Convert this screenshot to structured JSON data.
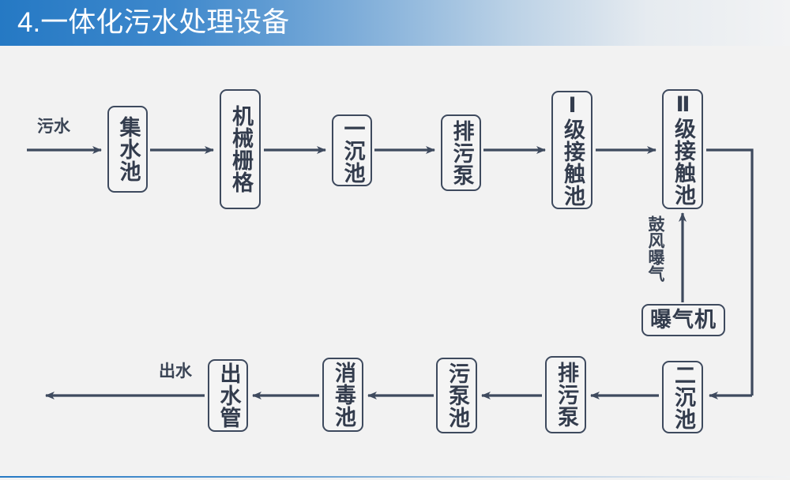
{
  "header": {
    "title": "4.一体化污水处理设备",
    "band_gradient_from": "#2579c4",
    "band_gradient_to": "#f2f3f4"
  },
  "theme": {
    "background": "#f2f2f2",
    "stroke": "#3e4a5e",
    "text": "#333c4d",
    "box_fill": "#f4f4f4",
    "accent_blue": "#2579c4"
  },
  "diagram": {
    "type": "process-flow",
    "orientation": "serpentine-two-rows",
    "inlet_label": "污水",
    "outlet_label": "出水",
    "aeration_label": "鼓风曝气",
    "nodes": [
      {
        "id": "collection-tank",
        "label": "集水池",
        "row": "top",
        "orient": "vertical"
      },
      {
        "id": "mechanical-grille",
        "label": "机械栅格",
        "row": "top",
        "orient": "vertical"
      },
      {
        "id": "primary-settler",
        "label": "一沉池",
        "row": "top",
        "orient": "vertical"
      },
      {
        "id": "sewage-pump-1",
        "label": "排污泵",
        "row": "top",
        "orient": "vertical"
      },
      {
        "id": "contact-tank-1",
        "label": "Ⅰ级接触池",
        "row": "top",
        "orient": "vertical"
      },
      {
        "id": "contact-tank-2",
        "label": "Ⅱ级接触池",
        "row": "top",
        "orient": "vertical"
      },
      {
        "id": "aerator",
        "label": "曝气机",
        "row": "middle",
        "orient": "horizontal"
      },
      {
        "id": "secondary-settler",
        "label": "二沉池",
        "row": "bottom",
        "orient": "vertical"
      },
      {
        "id": "sewage-pump-2",
        "label": "排污泵",
        "row": "bottom",
        "orient": "vertical"
      },
      {
        "id": "sludge-pump-tank",
        "label": "污泵池",
        "row": "bottom",
        "orient": "vertical"
      },
      {
        "id": "disinfection-tank",
        "label": "消毒池",
        "row": "bottom",
        "orient": "vertical"
      },
      {
        "id": "outlet-pipe",
        "label": "出水管",
        "row": "bottom",
        "orient": "vertical"
      }
    ],
    "flow_sequence": [
      "污水",
      "集水池",
      "机械栅格",
      "一沉池",
      "排污泵",
      "Ⅰ级接触池",
      "Ⅱ级接触池",
      "二沉池",
      "排污泵",
      "污泵池",
      "消毒池",
      "出水管",
      "出水"
    ]
  }
}
